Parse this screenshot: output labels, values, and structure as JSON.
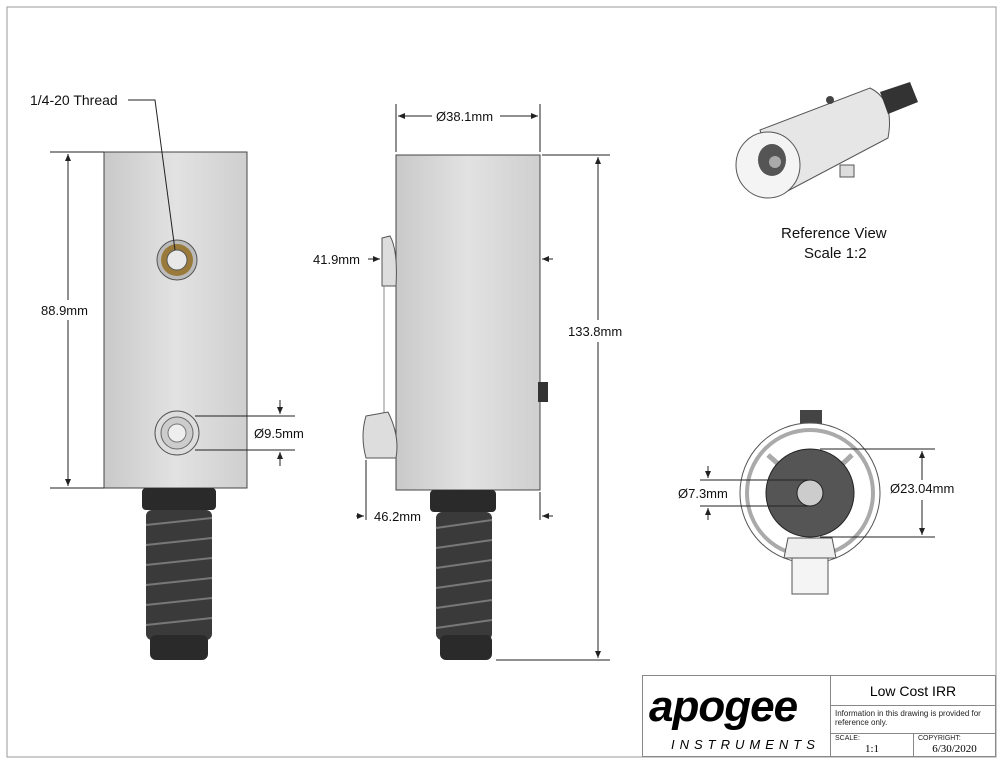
{
  "annotations": {
    "thread": "1/4-20 Thread",
    "height_left": "88.9mm",
    "diameter_small_hole": "Ø9.5mm",
    "diameter_body": "Ø38.1mm",
    "knob_upper": "41.9mm",
    "knob_lower": "46.2mm",
    "total_length": "133.8mm",
    "diameter_inner": "Ø7.3mm",
    "diameter_face": "Ø23.04mm"
  },
  "reference_view": {
    "title": "Reference View",
    "scale": "Scale 1:2"
  },
  "title_block": {
    "logo_text": "apogee",
    "logo_sub": "INSTRUMENTS",
    "product": "Low Cost IRR",
    "note": "Information in this drawing is provided for reference only.",
    "scale_label": "SCALE:",
    "scale_value": "1:1",
    "copyright_label": "COPYRIGHT:",
    "copyright_value": "6/30/2020"
  }
}
